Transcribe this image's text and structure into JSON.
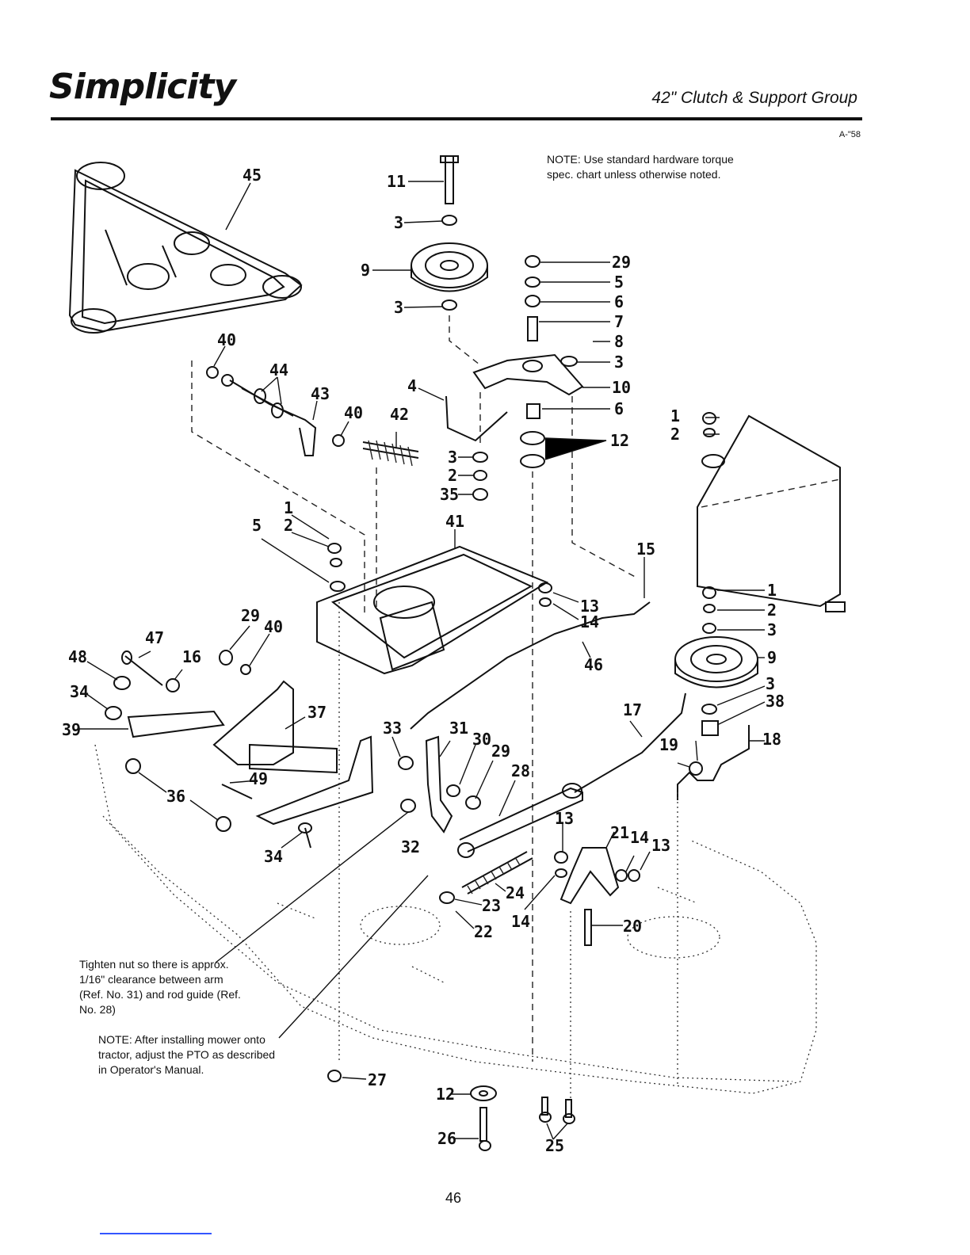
{
  "header": {
    "brand": "Simplicity",
    "title": "42\" Clutch & Support Group",
    "ref_code": "A-\"58"
  },
  "notes": {
    "hardware": "NOTE: Use standard hardware torque spec. chart unless otherwise noted.",
    "clearance": "Tighten nut so there is approx. 1/16\" clearance between arm (Ref. No. 31) and rod guide (Ref. No. 28)",
    "pto": "NOTE: After installing mower onto tractor, adjust the PTO as described in Operator's Manual."
  },
  "callouts": [
    "45",
    "11",
    "3",
    "9",
    "3",
    "29",
    "5",
    "6",
    "7",
    "8",
    "3",
    "10",
    "6",
    "12",
    "4",
    "40",
    "44",
    "43",
    "40",
    "42",
    "3",
    "2",
    "35",
    "41",
    "1",
    "2",
    "1",
    "5",
    "2",
    "15",
    "13",
    "14",
    "1",
    "2",
    "3",
    "9",
    "29",
    "40",
    "47",
    "16",
    "48",
    "34",
    "46",
    "39",
    "37",
    "3",
    "38",
    "17",
    "33",
    "31",
    "30",
    "29",
    "18",
    "19",
    "28",
    "49",
    "36",
    "13",
    "34",
    "32",
    "21",
    "14",
    "13",
    "24",
    "23",
    "14",
    "22",
    "20",
    "27",
    "12",
    "26",
    "25"
  ],
  "page_number": "46",
  "icons": {
    "logo": "simplicity-logo"
  }
}
